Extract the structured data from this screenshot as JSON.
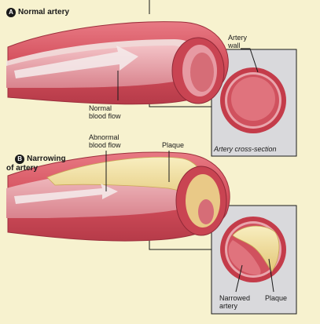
{
  "panel_a": {
    "badge": "A",
    "title": "Normal artery",
    "labels": {
      "artery_wall": "Artery\nwall",
      "normal_blood_flow": "Normal\nblood flow"
    },
    "caption": "Artery cross-section"
  },
  "panel_b": {
    "badge": "B",
    "title": "Narrowing\nof artery",
    "labels": {
      "abnormal_blood_flow": "Abnormal\nblood flow",
      "plaque": "Plaque",
      "narrowed_artery": "Narrowed\nartery",
      "plaque_cross_section": "Plaque"
    }
  },
  "colors": {
    "background": "#f7f2cf",
    "artery_outer": "#d9535f",
    "artery_dark": "#b83a49",
    "artery_lumen": "#e9a0a8",
    "plaque": "#f1dd98",
    "inset_panel": "#d9d9dc",
    "arrow": "#f3eded"
  }
}
